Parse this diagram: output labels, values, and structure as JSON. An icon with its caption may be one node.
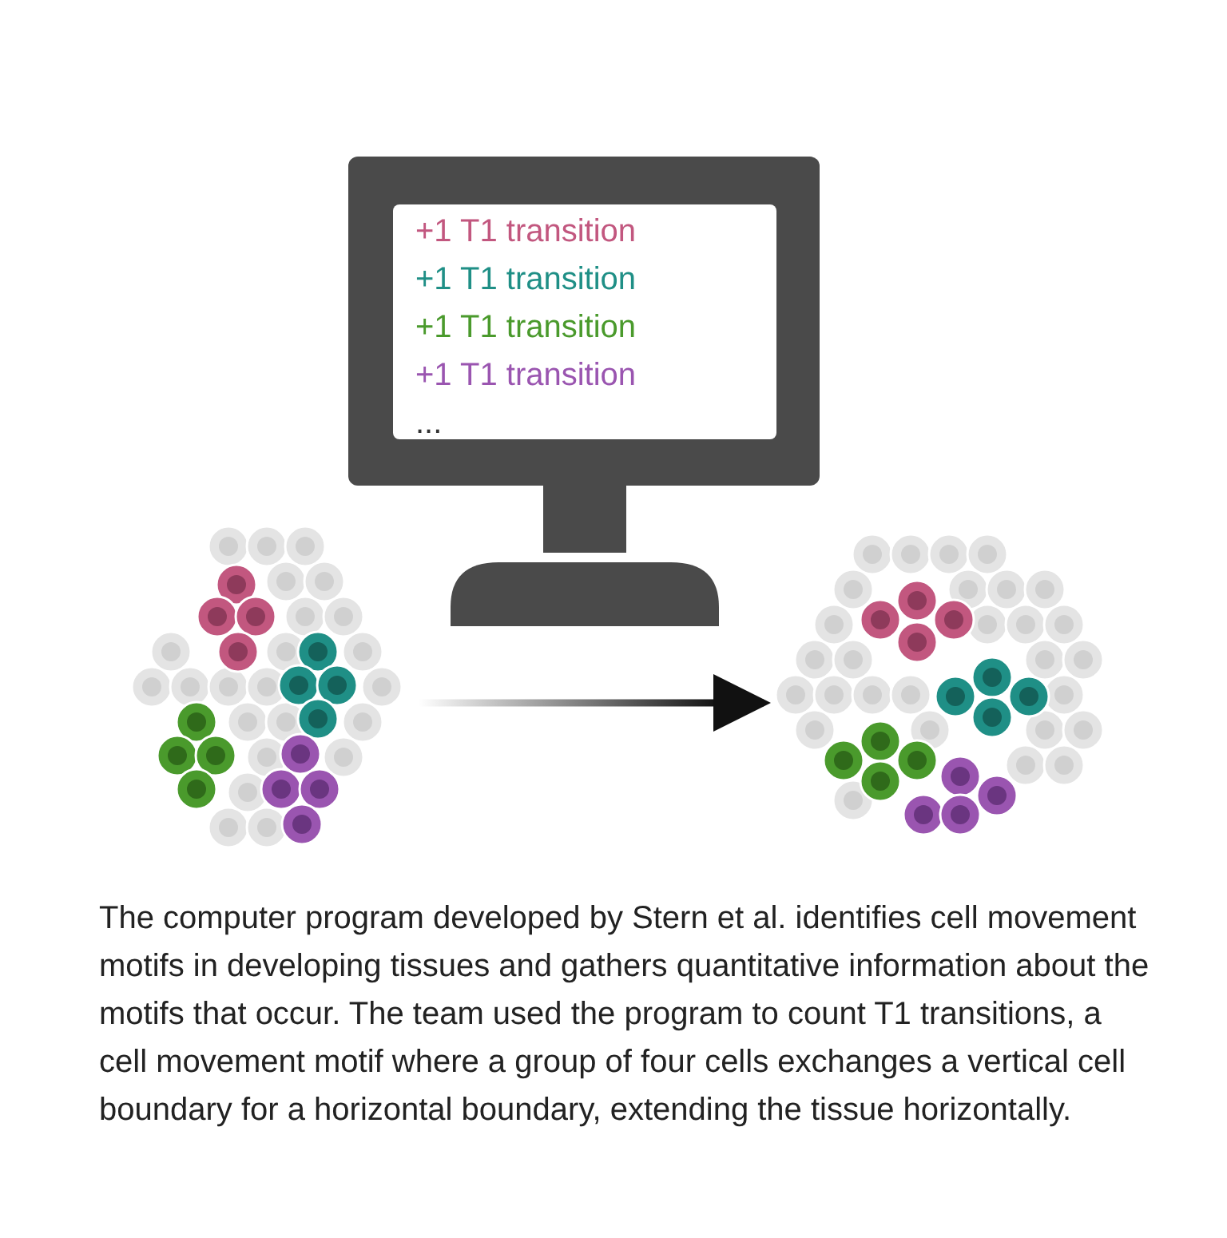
{
  "diagram": {
    "nodes": [
      {
        "text": [
          "+1 T1 transition",
          "+1 T1 transition",
          "+1 T1 transition",
          "+1 T1 transition",
          "..."
        ]
      },
      {
        "text": [],
        "shape": "picture"
      },
      {
        "text": [],
        "shape": "picture"
      }
    ],
    "edges": [
      {
        "from": 1,
        "to": 2,
        "arrow": "to"
      }
    ],
    "caption": "The computer program developed by Stern et al. identifies cell movement motifs in developing tissues and gathers quantitative information about the motifs that occur. The team used the program to count T1 transitions, a cell movement motif where a group of four cells exchanges a vertical cell boundary for a horizontal boundary, extending the tissue horizontally."
  }
}
